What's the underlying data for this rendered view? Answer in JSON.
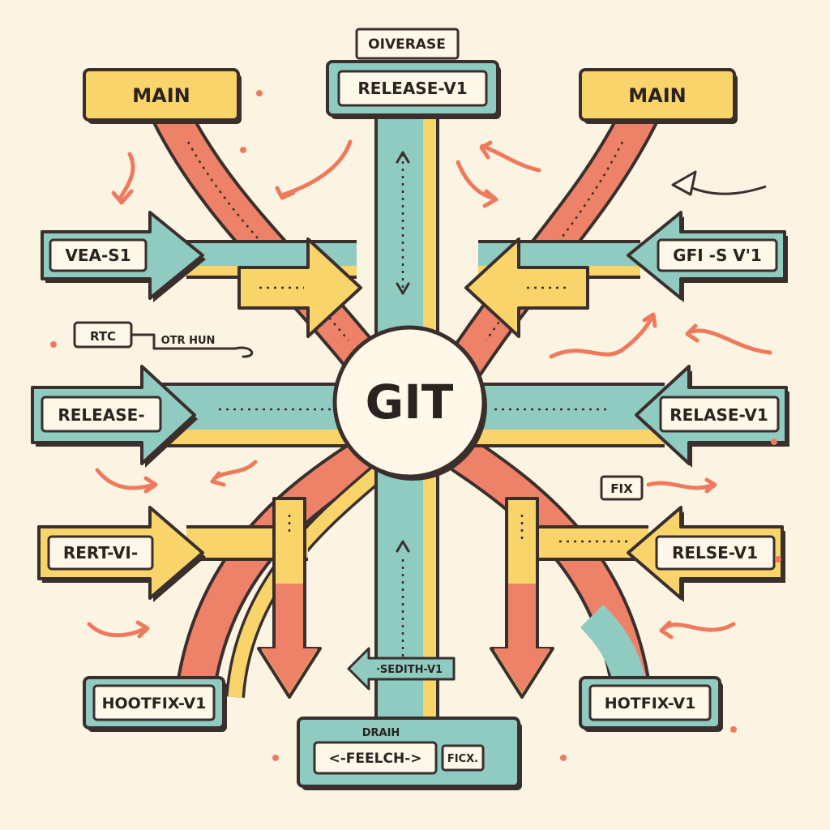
{
  "diagram": {
    "center": {
      "label": "GIT"
    },
    "labels": {
      "top_tag": "OIVERASE",
      "top_center": "RELEASE-V1",
      "top_left": "MAIN",
      "top_right": "MAIN",
      "mid_left_upper": "VEA-S1",
      "mid_right_upper": "GFI -S V'1",
      "left_callout": "RTC",
      "left_callout_2": "OTR HUN",
      "middle_left": "RELEASE-",
      "middle_right": "RELASE-V1",
      "right_callout": "FIX",
      "lower_left": "RERT-VI-",
      "lower_right": "RELSE-V1",
      "bottom_left": "HOOTFIX-V1",
      "bottom_right": "HOTFIX-V1",
      "bottom_center_tag": "·SEDITH-V1",
      "bottom_small": "DRAIH",
      "bottom_fetch": "<-FEELCH->",
      "bottom_fix": "FICX."
    },
    "colors": {
      "background": "#fbf4e2",
      "teal": "#8fcbc0",
      "yellow": "#f8d46a",
      "coral": "#ee8268",
      "outline": "#3a2f2d",
      "center": "#fff8e8"
    }
  }
}
